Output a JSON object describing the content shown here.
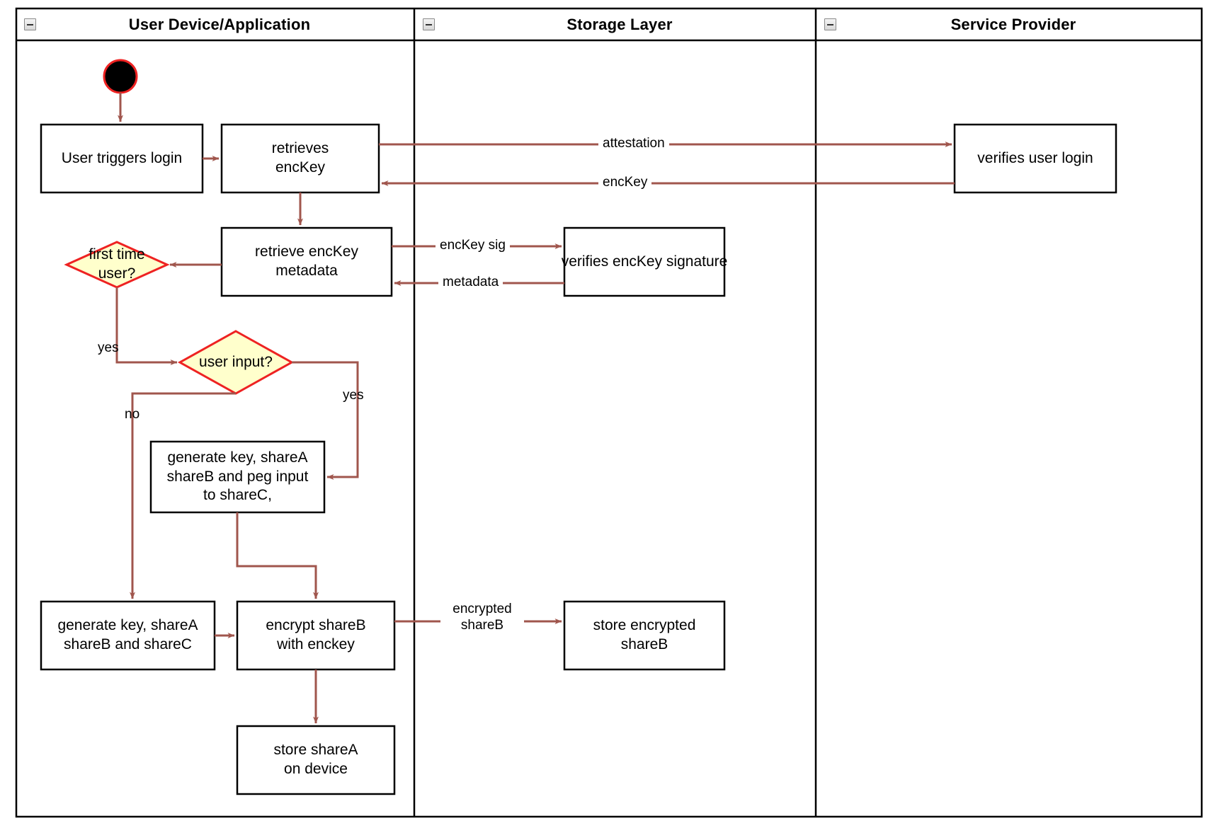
{
  "diagram": {
    "type": "uml-activity-swimlane",
    "border_color": "#000000",
    "edge_color": "#a0564d",
    "decision_fill": "#ffffcc",
    "decision_stroke": "#ee2222",
    "start_fill": "#000000",
    "start_stroke": "#ee2222",
    "node_fill": "#ffffff"
  },
  "lanes": [
    {
      "title": "User Device/Application",
      "collapse_icon": "minus-box-icon"
    },
    {
      "title": "Storage Layer",
      "collapse_icon": "minus-box-icon"
    },
    {
      "title": "Service Provider",
      "collapse_icon": "minus-box-icon"
    }
  ],
  "nodes": {
    "start": {
      "name": "start-node",
      "shape": "initial-node"
    },
    "user_triggers_login": {
      "lines": [
        "User triggers login"
      ]
    },
    "retrieves_enckey": {
      "lines": [
        "retrieves",
        "encKey"
      ]
    },
    "verifies_user_login": {
      "lines": [
        "verifies user login"
      ]
    },
    "retrieve_enckey_metadata": {
      "lines": [
        "retrieve encKey",
        "metadata"
      ]
    },
    "verifies_enckey_signature": {
      "lines": [
        "verifies encKey signature"
      ]
    },
    "first_time_user": {
      "lines": [
        "first time",
        "user?"
      ],
      "shape": "decision"
    },
    "user_input": {
      "lines": [
        "user input?"
      ],
      "shape": "decision"
    },
    "generate_peg": {
      "lines": [
        "generate key, shareA",
        "shareB and peg input",
        "to shareC,"
      ]
    },
    "generate_abc": {
      "lines": [
        "generate key, shareA",
        "shareB and shareC"
      ]
    },
    "encrypt_shareb": {
      "lines": [
        "encrypt shareB",
        "with enckey"
      ]
    },
    "store_encrypted_shareb": {
      "lines": [
        "store encrypted",
        "shareB"
      ]
    },
    "store_sharea": {
      "lines": [
        "store shareA",
        "on device"
      ]
    }
  },
  "edge_labels": {
    "attestation": "attestation",
    "enckey": "encKey",
    "enckey_sig": "encKey sig",
    "metadata": "metadata",
    "yes_first_time": "yes",
    "yes_user_input": "yes",
    "no_user_input": "no",
    "encrypted_shareb_l1": "encrypted",
    "encrypted_shareb_l2": "shareB"
  }
}
